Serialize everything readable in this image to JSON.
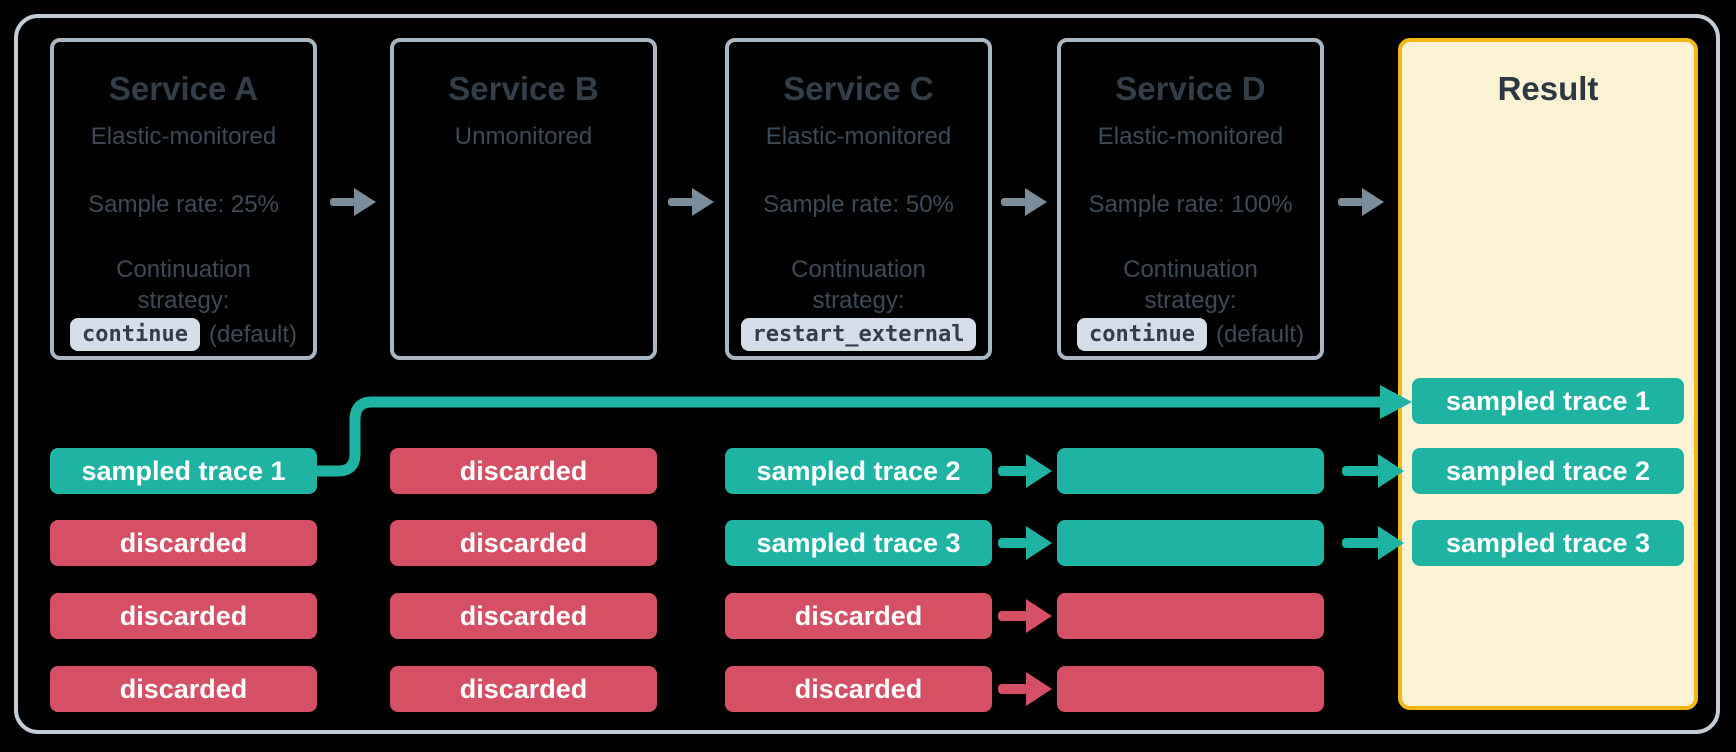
{
  "palette": {
    "background": "#000000",
    "teal": "#1eb3a2",
    "red": "#d55064",
    "slate_text": "#3d4a57",
    "heading_text": "#323e4a",
    "service_border": "#a9b6c3",
    "outer_border": "#c4cdd6",
    "arrow_gray": "#7b8c9b",
    "result_fill": "#fcf2d4",
    "result_border": "#f1b917",
    "chip_bg": "#d5dee8",
    "pill_text": "#ffffff"
  },
  "services": [
    {
      "title": "Service A",
      "monitoring": "Elastic-monitored",
      "sample_rate": "Sample rate: 25%",
      "strategy_line1": "Continuation",
      "strategy_line2": "strategy:",
      "strategy_code": "continue",
      "strategy_suffix": "(default)"
    },
    {
      "title": "Service B",
      "monitoring": "Unmonitored"
    },
    {
      "title": "Service C",
      "monitoring": "Elastic-monitored",
      "sample_rate": "Sample rate: 50%",
      "strategy_line1": "Continuation",
      "strategy_line2": "strategy:",
      "strategy_code": "restart_external",
      "strategy_suffix": ""
    },
    {
      "title": "Service D",
      "monitoring": "Elastic-monitored",
      "sample_rate": "Sample rate: 100%",
      "strategy_line1": "Continuation",
      "strategy_line2": "strategy:",
      "strategy_code": "continue",
      "strategy_suffix": "(default)"
    }
  ],
  "result": {
    "title": "Result",
    "traces": [
      "sampled trace 1",
      "sampled trace 2",
      "sampled trace 3"
    ]
  },
  "trace_rows": {
    "service_a": [
      {
        "label": "sampled trace 1",
        "status": "sampled"
      },
      {
        "label": "discarded",
        "status": "discarded"
      },
      {
        "label": "discarded",
        "status": "discarded"
      },
      {
        "label": "discarded",
        "status": "discarded"
      }
    ],
    "service_b": [
      {
        "label": "discarded",
        "status": "discarded"
      },
      {
        "label": "discarded",
        "status": "discarded"
      },
      {
        "label": "discarded",
        "status": "discarded"
      },
      {
        "label": "discarded",
        "status": "discarded"
      }
    ],
    "service_c": [
      {
        "label": "sampled trace 2",
        "status": "sampled"
      },
      {
        "label": "sampled trace 3",
        "status": "sampled"
      },
      {
        "label": "discarded",
        "status": "discarded"
      },
      {
        "label": "discarded",
        "status": "discarded"
      }
    ],
    "service_d": [
      {
        "label": "",
        "status": "sampled"
      },
      {
        "label": "",
        "status": "sampled"
      },
      {
        "label": "",
        "status": "discarded"
      },
      {
        "label": "",
        "status": "discarded"
      }
    ]
  }
}
